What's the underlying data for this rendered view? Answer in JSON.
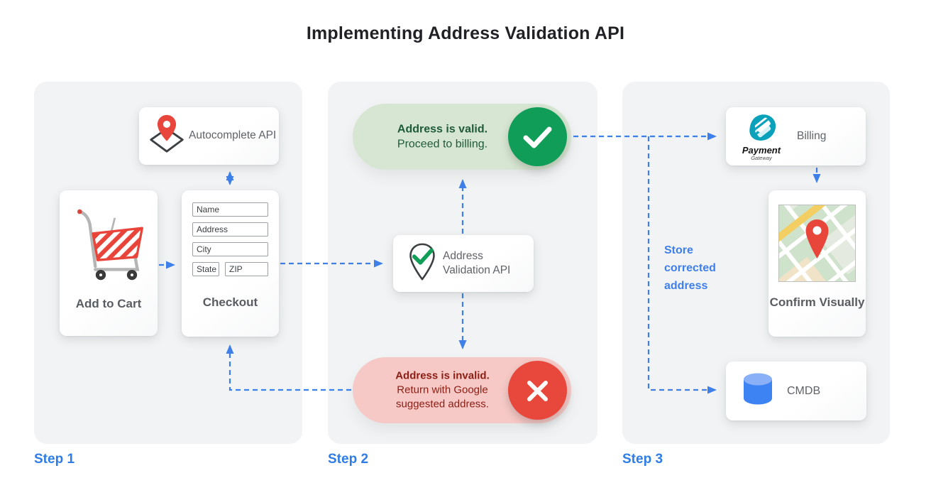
{
  "title": "Implementing Address Validation API",
  "steps": {
    "step1": {
      "label": "Step 1",
      "autocomplete_api": {
        "label": "Autocomplete API"
      },
      "add_to_cart": {
        "label": "Add to Cart"
      },
      "checkout": {
        "label": "Checkout",
        "fields": {
          "name": "Name",
          "address": "Address",
          "city": "City",
          "state": "State",
          "zip": "ZIP"
        }
      }
    },
    "step2": {
      "label": "Step 2",
      "address_valid": {
        "title": "Address is valid.",
        "subtitle": "Proceed to billing."
      },
      "address_validation_api": {
        "label": "Address Validation API"
      },
      "address_invalid": {
        "title": "Address is invalid.",
        "subtitle": "Return with Google suggested address."
      }
    },
    "step3": {
      "label": "Step 3",
      "billing": {
        "label": "Billing",
        "logo_name": "Payment",
        "logo_sub": "Gateway"
      },
      "confirm_visually": {
        "label": "Confirm Visually"
      },
      "store_note": "Store corrected address",
      "cmdb": {
        "label": "CMDB"
      }
    }
  },
  "colors": {
    "accent_blue": "#2e7ce6",
    "arrow_blue": "#3e7fea",
    "success_green": "#0f9d58",
    "success_bg": "#d7e6d2",
    "success_text": "#1e5b38",
    "error_red": "#e8483b",
    "error_bg": "#f6c9c6",
    "error_text": "#8c1d13",
    "panel_bg": "#f1f3f4",
    "label_gray": "#5f6368"
  }
}
